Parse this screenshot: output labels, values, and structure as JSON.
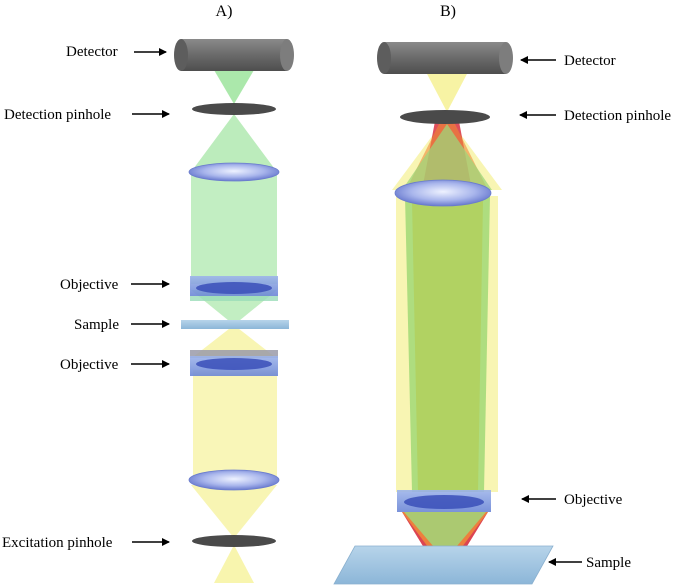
{
  "panel_a": {
    "title": "A)",
    "labels": {
      "detector": "Detector",
      "detection_pinhole": "Detection pinhole",
      "objective_top": "Objective",
      "sample": "Sample",
      "objective_bottom": "Objective",
      "excitation_pinhole": "Excitation pinhole"
    }
  },
  "panel_b": {
    "title": "B)",
    "labels": {
      "detector": "Detector",
      "detection_pinhole": "Detection pinhole",
      "objective": "Objective",
      "sample": "Sample"
    }
  },
  "colors": {
    "detector": "#6b6b6b",
    "pinhole": "#4a4a4a",
    "lens": "#7f92dc",
    "objective": "#7f9be0",
    "sample": "#9fc4de",
    "green_beam": "#8fe08f",
    "yellow_beam": "#f6f29a",
    "red_beam": "#d8303f",
    "orange_beam": "#f08a3a"
  }
}
